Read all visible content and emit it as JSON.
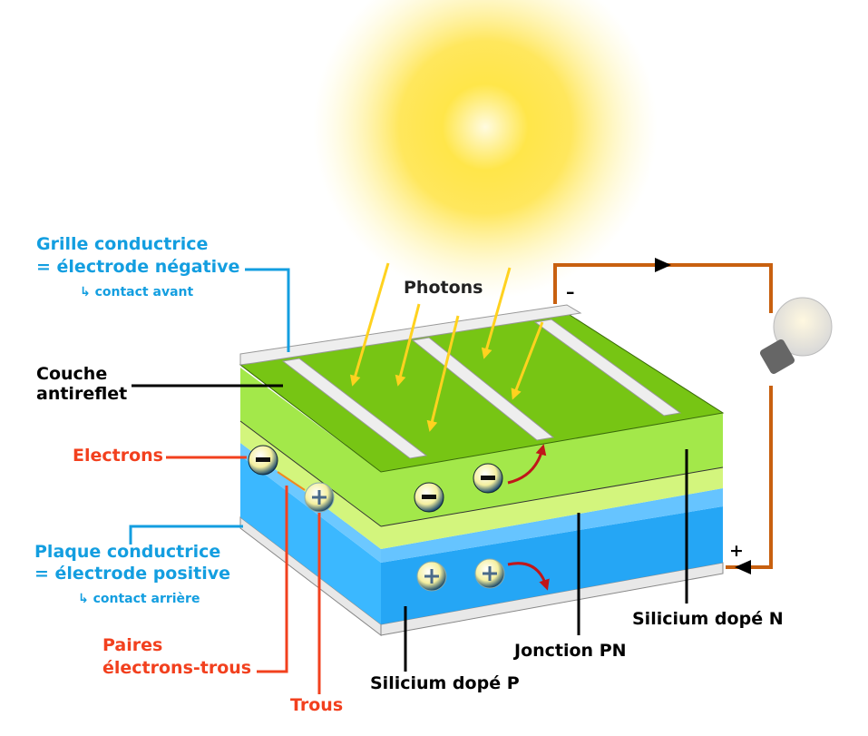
{
  "labels": {
    "grid_line1": "Grille conductrice",
    "grid_line2": "= électrode négative",
    "grid_sub": "↳ contact avant",
    "antireflect_line1": "Couche",
    "antireflect_line2": "antireflet",
    "electrons": "Electrons",
    "plate_line1": "Plaque conductrice",
    "plate_line2": "= électrode positive",
    "plate_sub": "↳ contact arrière",
    "pairs_line1": "Paires",
    "pairs_line2": "électrons-trous",
    "holes": "Trous",
    "photons": "Photons",
    "silicon_p": "Silicium dopé P",
    "junction": "Jonction PN",
    "silicon_n": "Silicium dopé N",
    "minus": "–",
    "plus": "+"
  },
  "colors": {
    "label_blue": "#139ee0",
    "label_red": "#f2401e",
    "n_layer": "#a3e84a",
    "n_top": "#77c514",
    "p_layer": "#25a6f5",
    "circuit": "#c8600f"
  }
}
